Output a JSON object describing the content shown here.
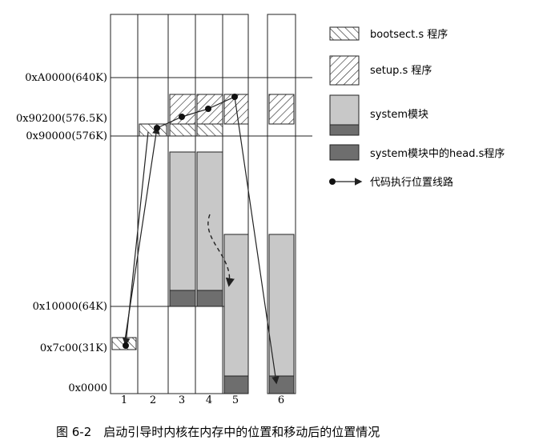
{
  "diagram": {
    "addresses": [
      "0xA0000(640K)",
      "0x90200(576.5K)",
      "0x90000(576K)",
      "0x10000(64K)",
      "0x7c00(31K)",
      "0x0000"
    ],
    "columns": [
      "1",
      "2",
      "3",
      "4",
      "5",
      "6"
    ],
    "legend": [
      {
        "label": "bootsect.s 程序",
        "pattern": "bootsect"
      },
      {
        "label": "setup.s 程序",
        "pattern": "setup"
      },
      {
        "label": "system模块",
        "pattern": "system"
      },
      {
        "label": "system模块中的head.s程序",
        "pattern": "head"
      },
      {
        "label": "代码执行位置线路",
        "pattern": "path"
      }
    ],
    "caption": "图 6-2　启动引导时内核在内存中的位置和移动后的位置情况"
  },
  "colors": {
    "system": "#c8c8c8",
    "head": "#6e6e6e",
    "line": "#222222"
  }
}
